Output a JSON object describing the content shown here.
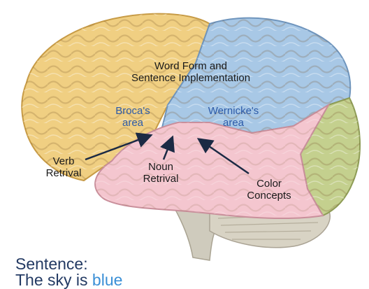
{
  "labels": {
    "word_form": {
      "line1": "Word Form and",
      "line2": "Sentence Implementation"
    },
    "broca": {
      "line1": "Broca's",
      "line2": "area"
    },
    "wernicke": {
      "line1": "Wernicke's",
      "line2": "area"
    },
    "verb": {
      "line1": "Verb",
      "line2": "Retrival"
    },
    "noun": {
      "line1": "Noun",
      "line2": "Retrival"
    },
    "color": {
      "line1": "Color",
      "line2": "Concepts"
    }
  },
  "sentence": {
    "heading": "Sentence:",
    "prefix": "The sky is ",
    "highlight": "blue"
  },
  "colors": {
    "frontal_lobe": "#f0cf82",
    "parietal_lobe": "#a8c8e6",
    "temporal_lobe": "#f4c6cf",
    "occipital_lobe": "#c4d08e",
    "brainstem": "#cfcbbd",
    "area_label_blue": "#2c5aa8",
    "highlight_word": "#3a8fd6"
  }
}
